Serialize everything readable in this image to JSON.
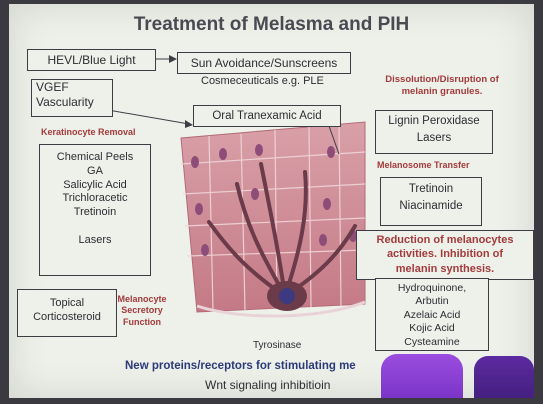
{
  "slide": {
    "title": "Treatment of Melasma and PIH",
    "hevl_box": "HEVL/Blue Light",
    "sun_box": "Sun Avoidance/Sunscreens",
    "cosmeceuticals": "Cosmeceuticals e.g. PLE",
    "vgef_box": [
      "VGEF",
      "Vascularity"
    ],
    "oral_box": "Oral Tranexamic Acid",
    "dissolution_heading": [
      "Dissolution/Disruption of",
      "melanin granules."
    ],
    "lignin_box": [
      "Lignin Peroxidase",
      "Lasers"
    ],
    "keratinocyte_heading": "Keratinocyte Removal",
    "keratinocyte_box": [
      "Chemical Peels",
      "GA",
      "Salicylic Acid",
      "Trichloracetic",
      "Tretinoin",
      "",
      "Lasers"
    ],
    "melanosome_heading": "Melanosome Transfer",
    "melanosome_box": [
      "Tretinoin",
      "Niacinamide"
    ],
    "reduction_box": [
      "Reduction of melanocytes",
      "activities. Inhibition of",
      "melanin synthesis."
    ],
    "topical_box": [
      "Topical",
      "Corticosteroid"
    ],
    "secretory_heading": [
      "Melanocyte",
      "Secretory",
      "Function"
    ],
    "hydroquinone_box": [
      "Hydroquinone,",
      "Arbutin",
      "Azelaic Acid",
      "Kojic Acid",
      "Cysteamine"
    ],
    "tyrosinase_label": "Tyrosinase",
    "proteins_line": "New proteins/receptors for stimulating me",
    "wnt_line": "Wnt signaling inhibitioin"
  }
}
